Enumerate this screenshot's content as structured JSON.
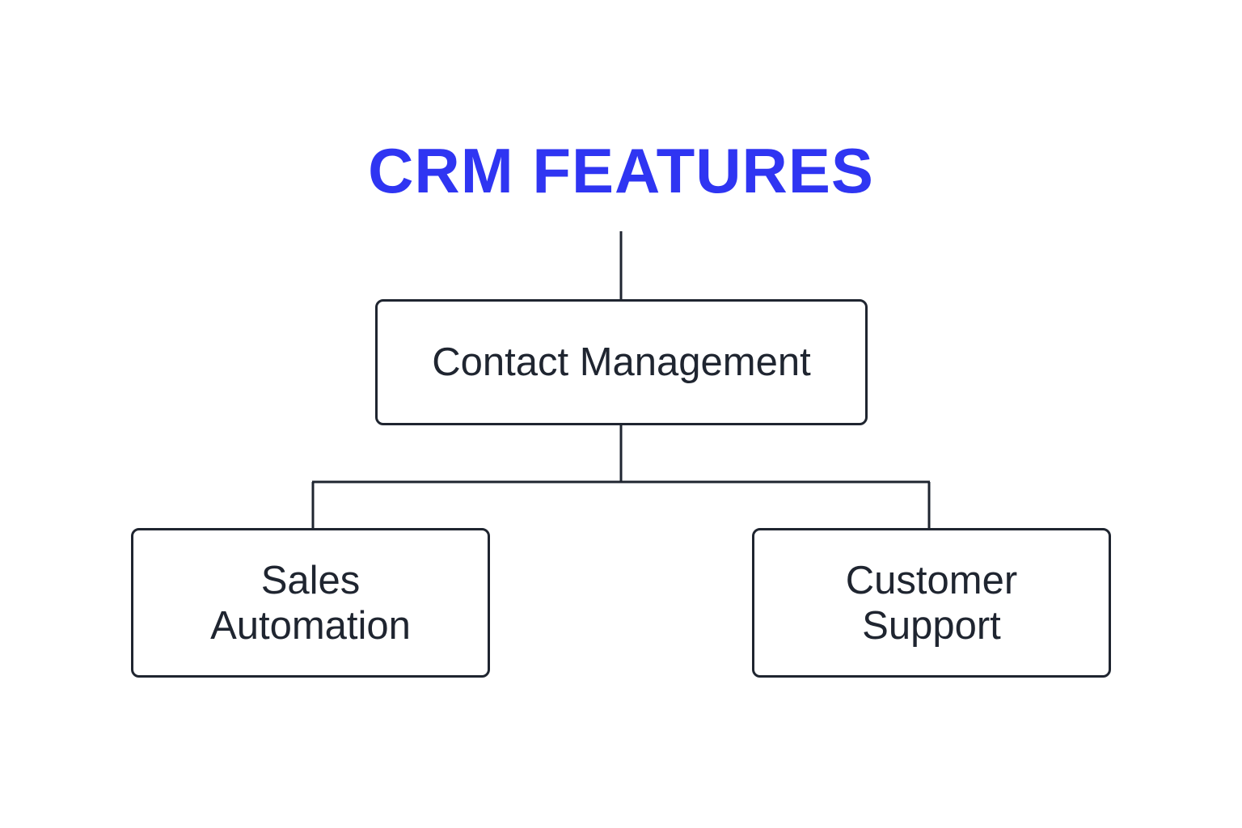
{
  "diagram": {
    "title": "CRM FEATURES",
    "nodes": {
      "contact": "Contact Management",
      "sales": "Sales\nAutomation",
      "support": "Customer\nSupport"
    }
  },
  "colors": {
    "title": "#2f35f2",
    "text": "#1f2530",
    "line": "#1f2530",
    "background": "#ffffff"
  }
}
